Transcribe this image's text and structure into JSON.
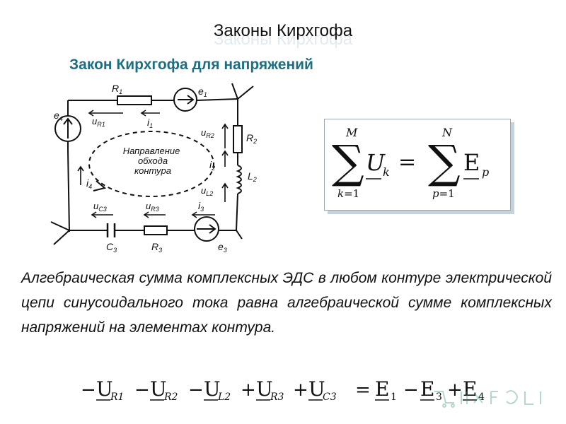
{
  "slide": {
    "title": "Законы Кирхгофа",
    "subtitle": "Закон Кирхгофа для напряжений"
  },
  "circuit": {
    "labels": {
      "R1": "R",
      "R1_sub": "1",
      "e1": "e",
      "e1_sub": "1",
      "e4": "e",
      "e4_sub": "4",
      "uR1": "u",
      "uR1_sub": "R1",
      "i1": "i",
      "i1_sub": "1",
      "uR2": "u",
      "uR2_sub": "R2",
      "R2": "R",
      "R2_sub": "2",
      "i2": "i",
      "i2_sub": "2",
      "L2": "L",
      "L2_sub": "2",
      "uL2": "u",
      "uL2_sub": "L2",
      "i4": "i",
      "i4_sub": "4",
      "uC3": "u",
      "uC3_sub": "C3",
      "uR3": "u",
      "uR3_sub": "R3",
      "i3": "i",
      "i3_sub": "3",
      "C3": "C",
      "C3_sub": "3",
      "R3": "R",
      "R3_sub": "3",
      "e3": "e",
      "e3_sub": "3"
    },
    "direction_text": [
      "Направление",
      "обхода",
      "контура"
    ]
  },
  "formula": {
    "upper_left": "M",
    "lower_left": "k=1",
    "term_left": "U",
    "term_left_sub": "k",
    "equals": "=",
    "upper_right": "N",
    "lower_right": "p=1",
    "term_right": "E",
    "term_right_sub": "p"
  },
  "paragraph": "Алгебраическая сумма комплексных ЭДС в любом контуре электрической цепи синусоидального тока равна алгебраической сумме комплексных напряжений на элементах контура.",
  "equation": {
    "t1_sign": "−",
    "t1": "U",
    "t1_sub": "R1",
    "t2_sign": "−",
    "t2": "U",
    "t2_sub": "R2",
    "t3_sign": "−",
    "t3": "U",
    "t3_sub": "L2",
    "t4_sign": "+",
    "t4": "U",
    "t4_sub": "R3",
    "t5_sign": "+",
    "t5": "U",
    "t5_sub": "C3",
    "equals": "=",
    "r1": "E",
    "r1_sub": "1",
    "r2_sign": "−",
    "r2": "E",
    "r2_sub": "3",
    "r3_sign": "+",
    "r3": "E",
    "r3_sub": "4"
  },
  "colors": {
    "subtitle": "#1f6f82",
    "ink": "#111111",
    "box_shadow": "#c5d1db"
  }
}
